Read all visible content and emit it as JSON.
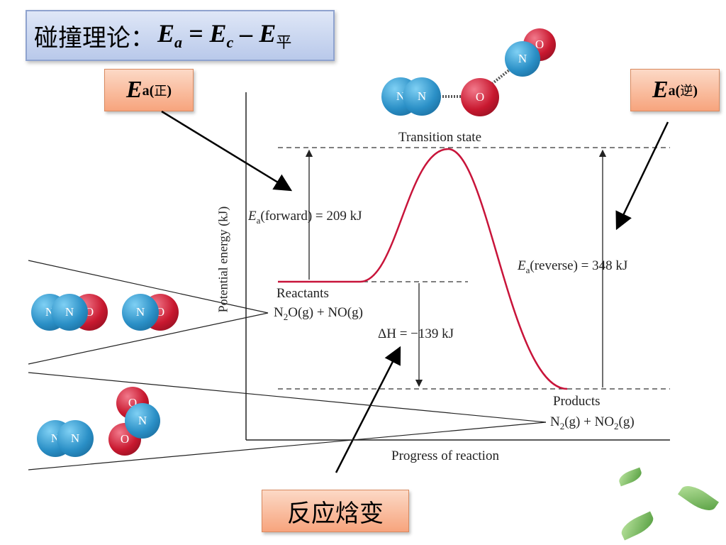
{
  "title": {
    "prefix": "碰撞理论：",
    "ea": "E",
    "ea_sub": "a",
    "eq": " = ",
    "ec": "E",
    "ec_sub": "c",
    "minus": " – ",
    "ep": "E",
    "ep_sub": "平"
  },
  "ea_forward_box": {
    "main": "E",
    "sub_a": "a(",
    "sub_zh": "正",
    "sub_close": ")"
  },
  "ea_reverse_box": {
    "main": "E",
    "sub_a": "a(",
    "sub_zh": "逆",
    "sub_close": ")"
  },
  "enthalpy_box": {
    "label": "反应焓变"
  },
  "diagram": {
    "transition_state": "Transition state",
    "ea_forward": {
      "e": "E",
      "sub": "a",
      "text": "(forward) = 209 kJ"
    },
    "ea_reverse": {
      "e": "E",
      "sub": "a",
      "text": "(reverse) = 348 kJ"
    },
    "reactants_label": "Reactants",
    "reactants_formula": {
      "a": "N",
      "a_sub": "2",
      "b": "O(g) + NO(g)"
    },
    "delta_h": "ΔH = −139 kJ",
    "products_label": "Products",
    "products_formula": {
      "a": "N",
      "a_sub": "2",
      "b": "(g) + NO",
      "b_sub": "2",
      "c": "(g)"
    },
    "y_axis_label": "Potential energy (kJ)",
    "x_axis_label": "Progress of reaction"
  },
  "atoms": {
    "n": "N",
    "o": "O"
  },
  "colors": {
    "curve": "#c8143a",
    "nitrogen": "#2a8fc6",
    "oxygen": "#c8182f",
    "title_bg": "#c7d4f0",
    "callout_bg": "#f9b898"
  }
}
